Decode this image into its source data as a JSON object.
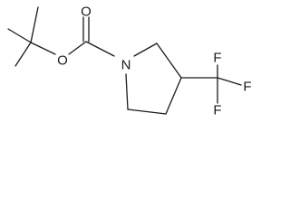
{
  "molecule": {
    "atoms": {
      "carbonyl_oxygen": "O",
      "ester_oxygen": "O",
      "ring_nitrogen": "N",
      "fluorine_top": "F",
      "fluorine_right": "F",
      "fluorine_bottom": "F"
    }
  }
}
